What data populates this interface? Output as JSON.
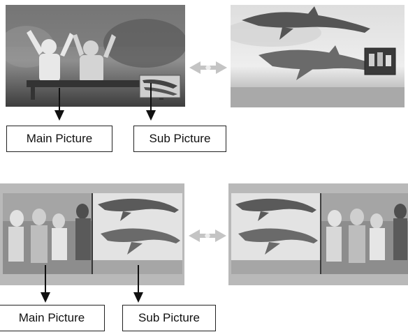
{
  "top_row": {
    "left_labels": {
      "main": "Main Picture",
      "sub": "Sub Picture"
    }
  },
  "bottom_row": {
    "left_labels": {
      "main": "Main Picture",
      "sub": "Sub Picture"
    }
  },
  "icons": [
    "swap-arrow-icon",
    "down-arrow-icon"
  ],
  "colors": {
    "frame_gray": "#b9b9b9",
    "arrow_gray": "#bcbcbc",
    "line": "#222222"
  }
}
